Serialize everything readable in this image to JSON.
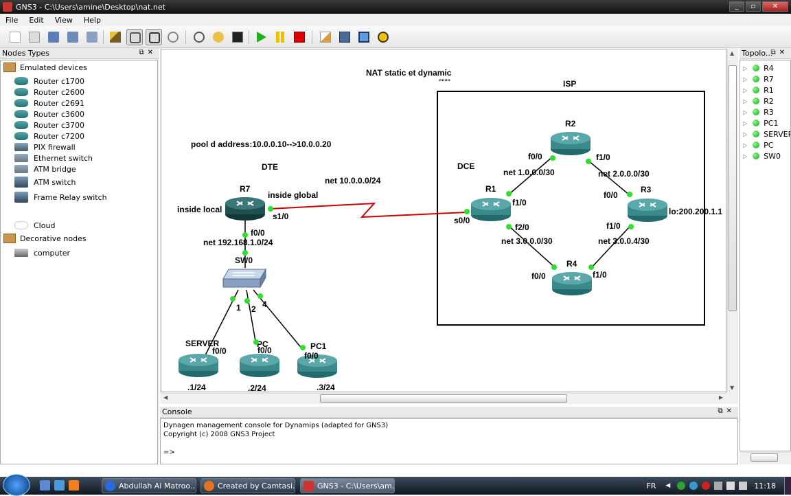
{
  "window": {
    "title": "GNS3 - C:\\Users\\amine\\Desktop\\nat.net"
  },
  "menu": [
    "File",
    "Edit",
    "View",
    "Help"
  ],
  "toolbar": {
    "icons": [
      "new-file-icon",
      "open-file-icon",
      "open-folder-icon",
      "save-icon",
      "save-as-icon",
      "clear-icon",
      "design-mode-icon",
      "simulation-mode-icon",
      "add-link-icon",
      "snapshot-icon",
      "undo-icon",
      "console-icon",
      "start-icon",
      "pause-icon",
      "stop-icon",
      "add-note-icon",
      "insert-picture-icon",
      "draw-rectangle-icon",
      "draw-ellipse-icon"
    ]
  },
  "nodes_panel": {
    "title": "Nodes Types",
    "categories": [
      {
        "label": "Emulated devices",
        "items": [
          "Router c1700",
          "Router c2600",
          "Router c2691",
          "Router c3600",
          "Router c3700",
          "Router c7200",
          "PIX firewall",
          "Ethernet switch",
          "ATM bridge",
          "ATM switch",
          "Frame Relay switch",
          "Cloud"
        ]
      },
      {
        "label": "Decorative nodes",
        "items": [
          "computer"
        ]
      }
    ]
  },
  "topology_panel": {
    "title": "Topolo...",
    "items": [
      "R4",
      "R7",
      "R1",
      "R2",
      "R3",
      "PC1",
      "SERVER",
      "PC",
      "SW0"
    ]
  },
  "canvas": {
    "title": "NAT static et dynamic",
    "title_sub": "\"\"\"\"",
    "isp_label": "ISP",
    "pool": "pool d address:10.0.0.10-->10.0.0.20",
    "dte": "DTE",
    "dce": "DCE",
    "net_wan": "net 10.0.0.0/24",
    "inside_local": "inside local",
    "inside_global": "inside global",
    "net_lan": "net 192.168.1.0/24",
    "net_r1r2": "net 1.0.0.0/30",
    "net_r2r3": "net 2.0.0.0/30",
    "net_r1r4": "net 3.0.0.0/30",
    "net_r3r4": "net 3.0.0.4/30",
    "lo": "lo:200.200.1.1",
    "nodes": {
      "R7": "R7",
      "R1": "R1",
      "R2": "R2",
      "R3": "R3",
      "R4": "R4",
      "SW0": "SW0",
      "SERVER": "SERVER",
      "PC": "PC",
      "PC1": "PC1"
    },
    "ifaces": {
      "r7_s10": "s1/0",
      "r7_f00": "f0/0",
      "r1_s00": "s0/0",
      "r1_f10": "f1/0",
      "r1_f20": "f2/0",
      "r2_f00": "f0/0",
      "r2_f10": "f1/0",
      "r3_f00": "f0/0",
      "r3_f10": "f1/0",
      "r4_f00": "f0/0",
      "r4_f10": "f1/0",
      "sw_p1": "1",
      "sw_p2": "2",
      "sw_p4": "4",
      "server_f00": "f0/0",
      "pc_f00": "f0/0",
      "pc1_f00": "f0/0"
    },
    "host_ips": {
      "server": ".1/24",
      "pc": ".2/24",
      "pc1": ".3/24"
    }
  },
  "console": {
    "title": "Console",
    "lines": [
      "Dynagen management console for Dynamips (adapted for GNS3)",
      "Copyright (c) 2008 GNS3 Project",
      "",
      "=>"
    ]
  },
  "taskbar": {
    "tasks": [
      "Abdullah Al Matroo...",
      "Created by Camtasi...",
      "GNS3 - C:\\Users\\am..."
    ],
    "lang": "FR",
    "clock": "11:18"
  },
  "colors": {
    "link": "#cc0000",
    "port_up": "#2ee02e",
    "router": "#3a8a8c",
    "selected_router": "#1e5050"
  }
}
